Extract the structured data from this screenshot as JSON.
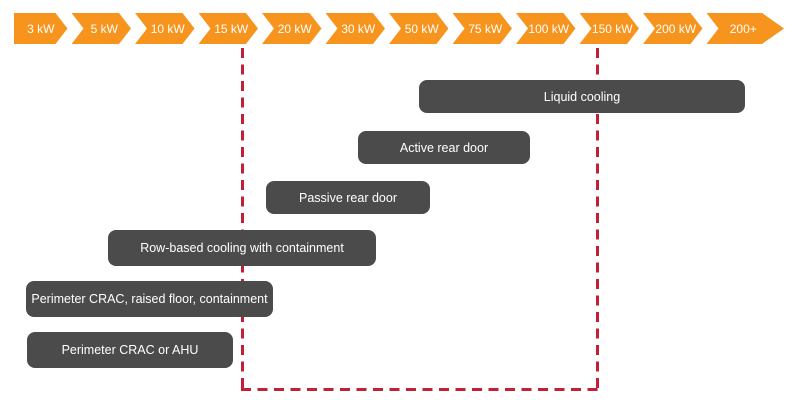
{
  "axis": {
    "segments": [
      "3 kW",
      "5 kW",
      "10 kW",
      "15 kW",
      "20 kW",
      "30 kW",
      "50 kW",
      "75 kW",
      "100 kW",
      "150 kW",
      "200 kW",
      "200+"
    ]
  },
  "bars": [
    {
      "label": "Liquid cooling"
    },
    {
      "label": "Active rear door"
    },
    {
      "label": "Passive rear door"
    },
    {
      "label": "Row-based cooling with containment"
    },
    {
      "label": "Perimeter CRAC, raised floor,  containment"
    },
    {
      "label": "Perimeter CRAC or AHU"
    }
  ],
  "colors": {
    "scale_orange": "#F7941E",
    "bar_gray": "#4B4B4B",
    "highlight_red": "#C2203A",
    "label_text": "#FFFFFF",
    "background": "#FFFFFF"
  },
  "chart_data": {
    "type": "bar",
    "orientation": "horizontal-range",
    "title": "",
    "xlabel": "",
    "ylabel": "",
    "axis_ticks": [
      "3 kW",
      "5 kW",
      "10 kW",
      "15 kW",
      "20 kW",
      "30 kW",
      "50 kW",
      "75 kW",
      "100 kW",
      "150 kW",
      "200 kW",
      "200+"
    ],
    "series": [
      {
        "name": "Liquid cooling",
        "range_kw_min": 50,
        "range_kw_max": "200+"
      },
      {
        "name": "Active rear door",
        "range_kw_min": 30,
        "range_kw_max": 100
      },
      {
        "name": "Passive rear door",
        "range_kw_min": 20,
        "range_kw_max": 50
      },
      {
        "name": "Row-based cooling with containment",
        "range_kw_min": 5,
        "range_kw_max": 30
      },
      {
        "name": "Perimeter CRAC, raised floor, containment",
        "range_kw_min": 3,
        "range_kw_max": 20
      },
      {
        "name": "Perimeter CRAC or AHU",
        "range_kw_min": 3,
        "range_kw_max": 15
      }
    ],
    "highlight_region_kw": [
      15,
      150
    ],
    "legend": "none",
    "grid": false
  }
}
